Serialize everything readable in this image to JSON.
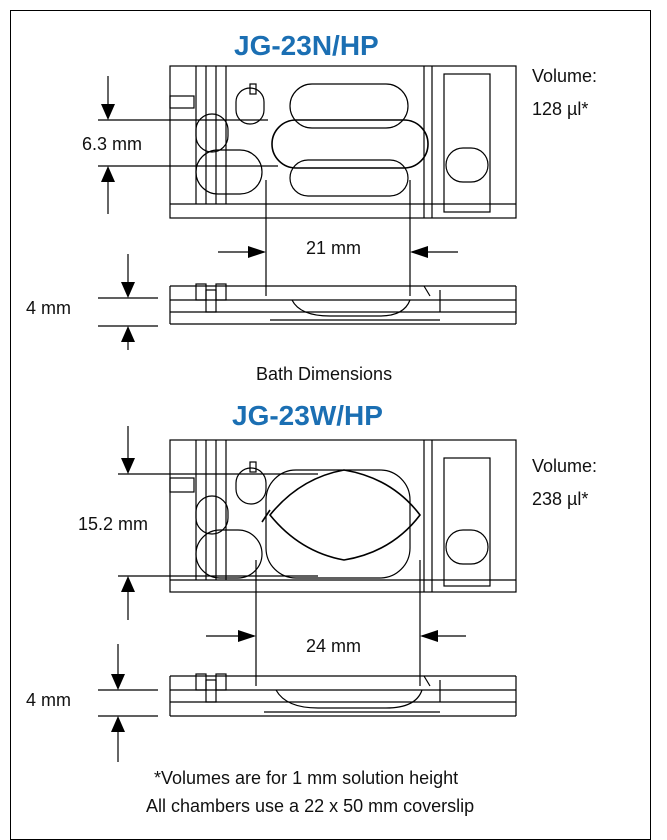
{
  "top_chamber": {
    "title": "JG-23N/HP",
    "volume_label": "Volume:",
    "volume_value": "128 µl*",
    "width_dim": "6.3 mm",
    "length_dim": "21 mm",
    "height_dim": "4 mm"
  },
  "section_label": "Bath Dimensions",
  "bottom_chamber": {
    "title": "JG-23W/HP",
    "volume_label": "Volume:",
    "volume_value": "238 µl*",
    "width_dim": "15.2 mm",
    "length_dim": "24 mm",
    "height_dim": "4 mm"
  },
  "footnotes": {
    "line1": "*Volumes are for 1 mm solution height",
    "line2": "All chambers use a 22 x 50 mm coverslip"
  }
}
